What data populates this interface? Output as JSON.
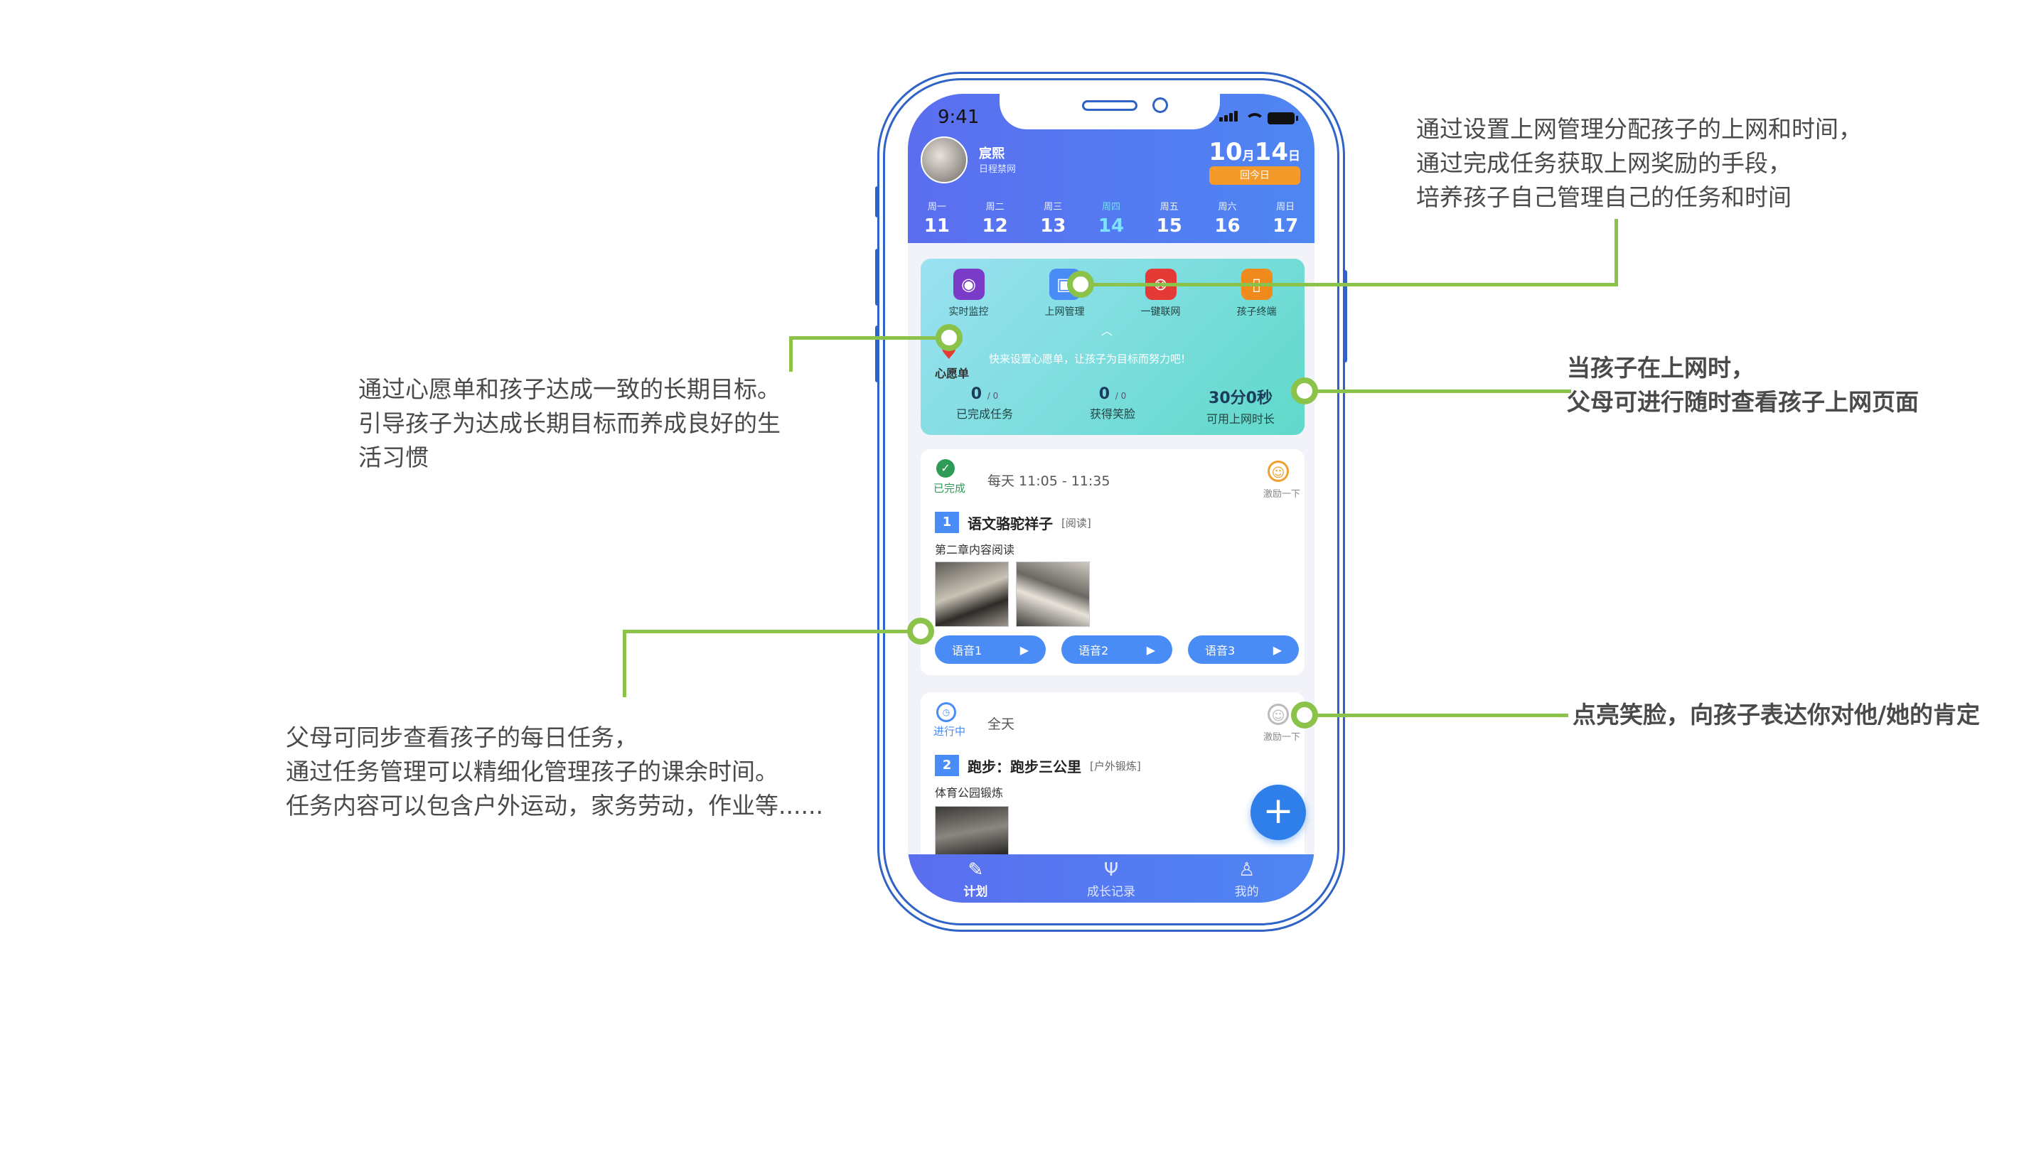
{
  "phone": {
    "status_time": "9:41",
    "user": {
      "name": "宸熙",
      "subtitle": "日程禁网"
    },
    "date": {
      "month": "10",
      "month_unit": "月",
      "day": "14",
      "day_unit": "日",
      "today_button": "回今日"
    },
    "week": [
      {
        "name": "周一",
        "day": "11"
      },
      {
        "name": "周二",
        "day": "12"
      },
      {
        "name": "周三",
        "day": "13"
      },
      {
        "name": "周四",
        "day": "14"
      },
      {
        "name": "周五",
        "day": "15"
      },
      {
        "name": "周六",
        "day": "16"
      },
      {
        "name": "周日",
        "day": "17"
      }
    ],
    "features": [
      {
        "label": "实时监控",
        "icon": "monitor-icon",
        "color": "#7a3cc8"
      },
      {
        "label": "上网管理",
        "icon": "screen-icon",
        "color": "#4a8cf5"
      },
      {
        "label": "一键联网",
        "icon": "network-icon",
        "color": "#e53935"
      },
      {
        "label": "孩子终端",
        "icon": "device-icon",
        "color": "#f08a1c"
      }
    ],
    "wish": {
      "label": "心愿单",
      "text": "快来设置心愿单，让孩子为目标而努力吧!"
    },
    "stats": [
      {
        "value": "0",
        "suffix": "/ 0",
        "label": "已完成任务"
      },
      {
        "value": "0",
        "suffix": "/ 0",
        "label": "获得笑脸"
      },
      {
        "value": "30分0秒",
        "suffix": "",
        "label": "可用上网时长"
      }
    ],
    "task1": {
      "status": "已完成",
      "schedule": "每天 11:05 - 11:35",
      "cheer": "激励一下",
      "number": "1",
      "title": "语文骆驼祥子",
      "category": "[阅读]",
      "subtitle": "第二章内容阅读",
      "voices": [
        "语音1",
        "语音2",
        "语音3"
      ]
    },
    "task2": {
      "status": "进行中",
      "schedule": "全天",
      "cheer": "激励一下",
      "number": "2",
      "title": "跑步：跑步三公里",
      "category": "[户外锻炼]",
      "subtitle": "体育公园锻炼"
    },
    "tabs": [
      {
        "label": "计划",
        "icon": "plan-icon"
      },
      {
        "label": "成长记录",
        "icon": "growth-icon"
      },
      {
        "label": "我的",
        "icon": "profile-icon"
      }
    ]
  },
  "annotations": {
    "top_right": [
      "通过设置上网管理分配孩子的上网和时间，",
      "通过完成任务获取上网奖励的手段，",
      "培养孩子自己管理自己的任务和时间"
    ],
    "mid_right_1": "当孩子在上网时，",
    "mid_right_2": "父母可进行随时查看孩子上网页面",
    "wish_left": [
      "通过心愿单和孩子达成一致的长期目标。",
      "引导孩子为达成长期目标而养成良好的生",
      "活习惯"
    ],
    "task_left": [
      "父母可同步查看孩子的每日任务，",
      "通过任务管理可以精细化管理孩子的课余时间。",
      "任务内容可以包含户外运动，家务劳动，作业等......"
    ],
    "smile_right": "点亮笑脸，向孩子表达你对他/她的肯定"
  },
  "colors": {
    "accent_line": "#8bc34a",
    "header_blue": "#5b6ef0",
    "phone_outline": "#2f63c8"
  }
}
